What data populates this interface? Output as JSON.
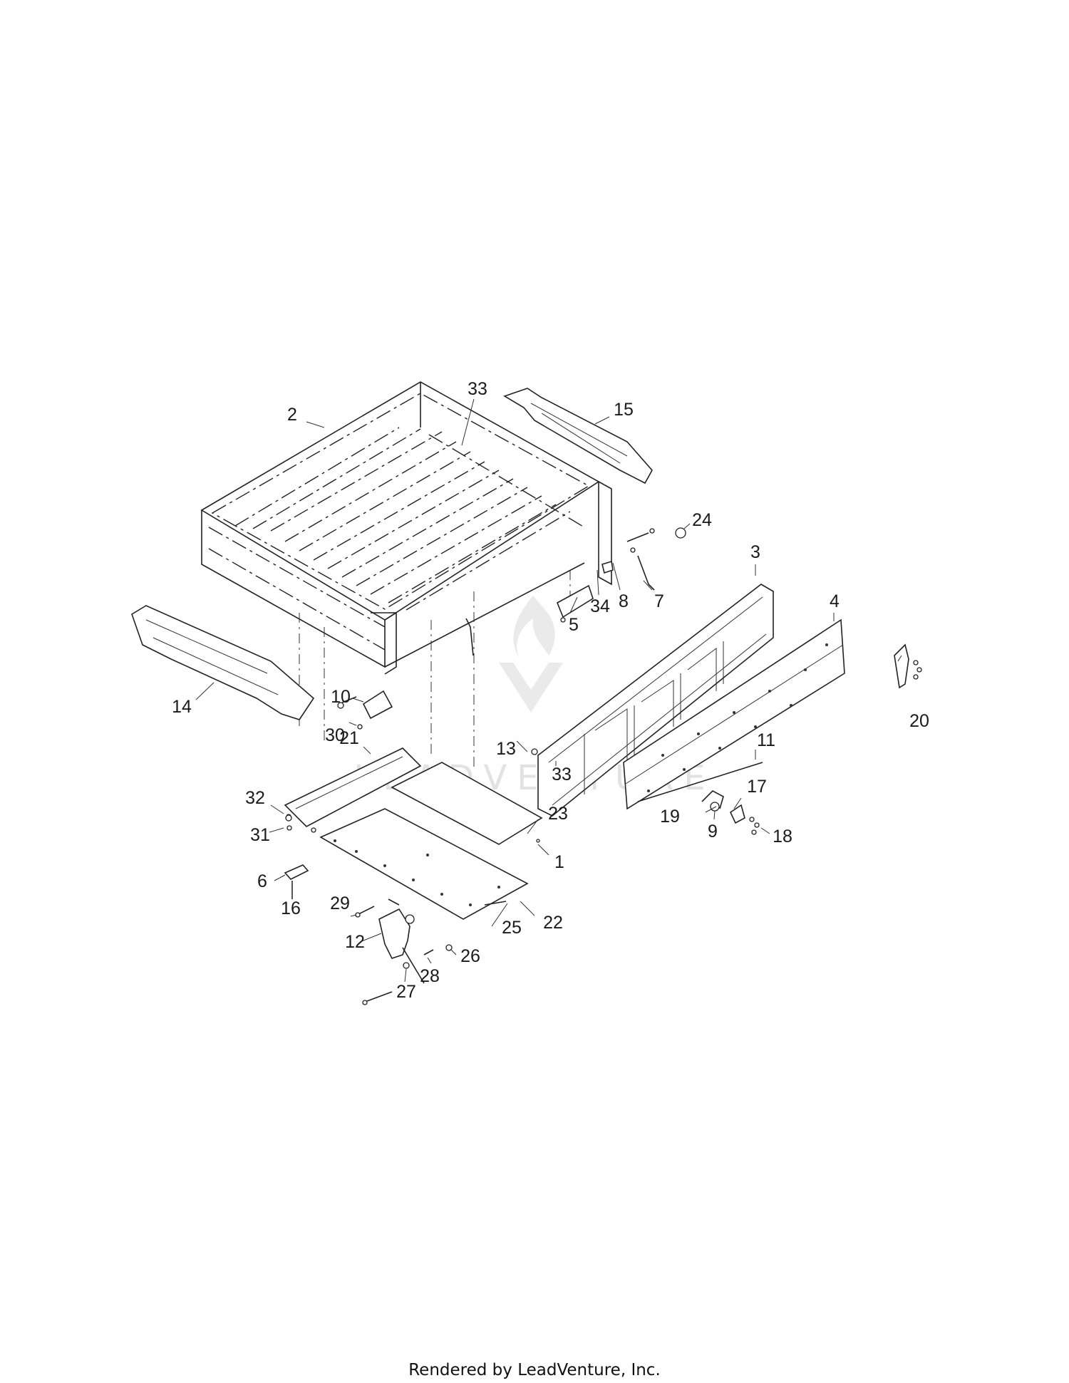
{
  "diagram": {
    "callouts": [
      "2",
      "33",
      "15",
      "24",
      "3",
      "4",
      "7",
      "8",
      "34",
      "5",
      "14",
      "10",
      "30",
      "20",
      "13",
      "33",
      "21",
      "11",
      "32",
      "17",
      "31",
      "19",
      "9",
      "18",
      "23",
      "1",
      "6",
      "16",
      "29",
      "22",
      "25",
      "12",
      "26",
      "28",
      "27"
    ]
  },
  "footer": {
    "text": "Rendered by LeadVenture, Inc."
  },
  "watermark": {
    "text": "LEADVENTURE"
  }
}
